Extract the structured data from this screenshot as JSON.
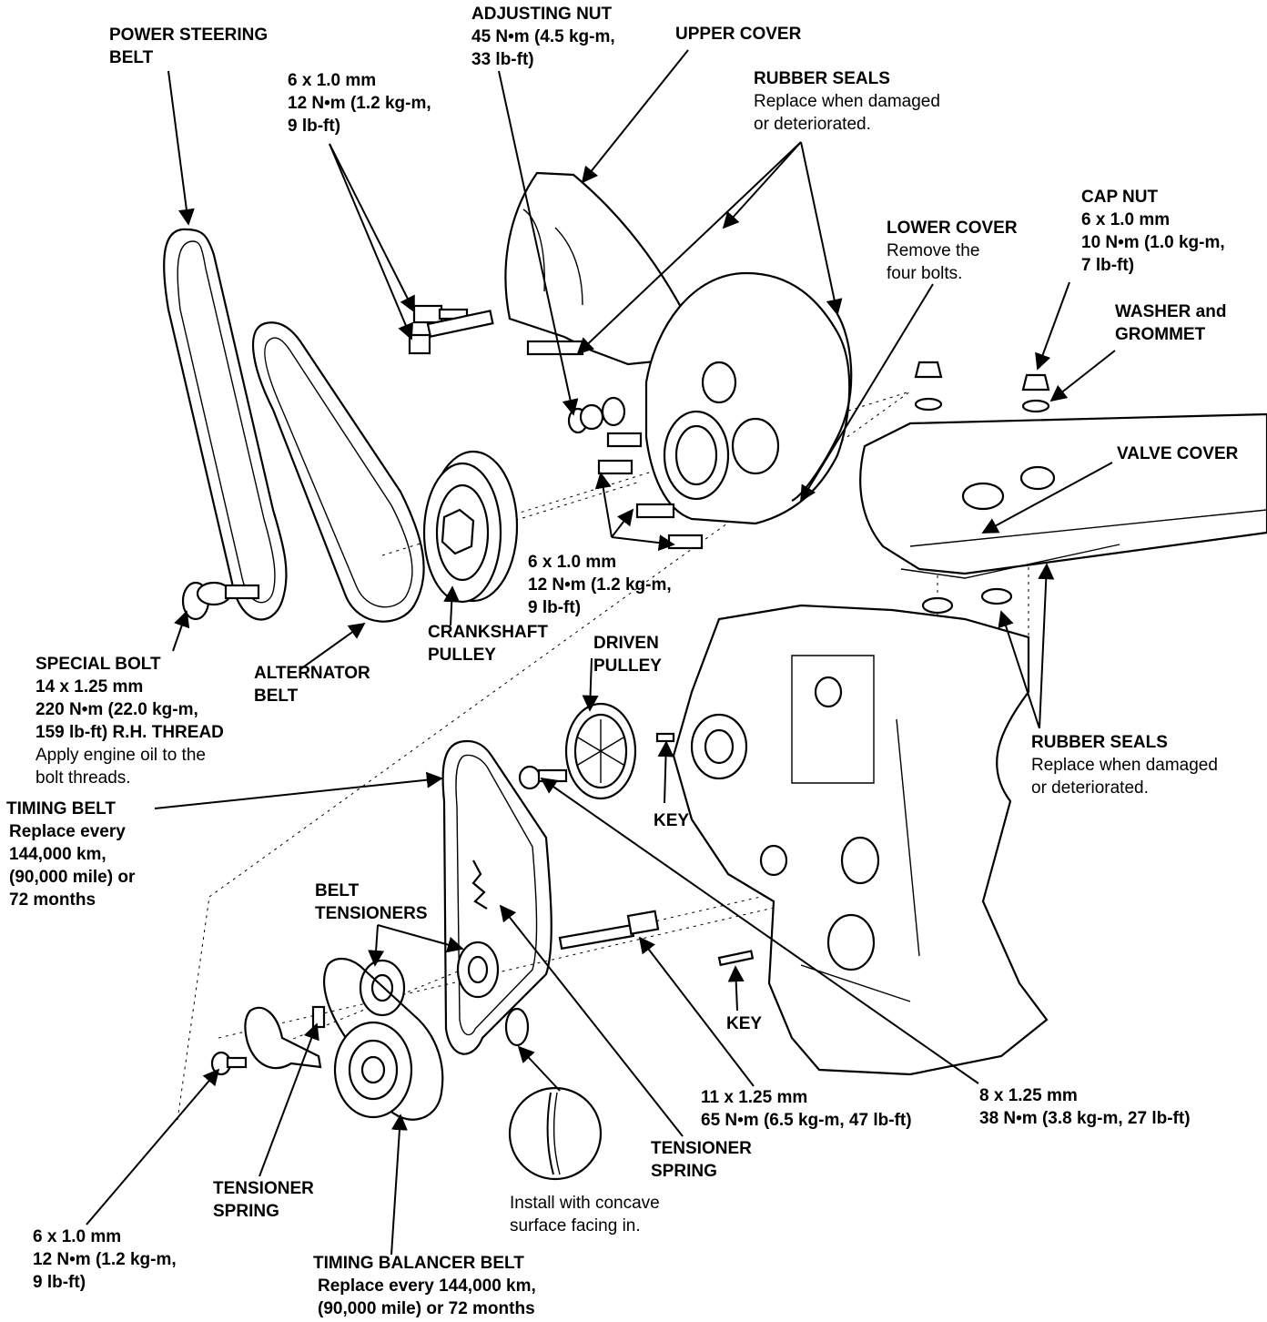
{
  "labels": {
    "power_steering_belt": [
      "POWER STEERING",
      "BELT"
    ],
    "adjusting_nut": [
      "ADJUSTING NUT"
    ],
    "adjusting_nut_spec": [
      "45 N•m (4.5 kg-m,",
      "33 lb-ft)"
    ],
    "upper_cover": [
      "UPPER COVER"
    ],
    "bolt_6x1_top": [
      "6 x 1.0 mm",
      "12 N•m (1.2 kg-m,",
      "9 lb-ft)"
    ],
    "rubber_seals_top": [
      "RUBBER SEALS"
    ],
    "rubber_seals_top_note": [
      "Replace when damaged",
      "or deteriorated."
    ],
    "cap_nut": [
      "CAP NUT",
      "6 x 1.0 mm",
      "10 N•m (1.0 kg-m,",
      "7 lb-ft)"
    ],
    "lower_cover": [
      "LOWER COVER"
    ],
    "lower_cover_note": [
      "Remove the",
      "four bolts."
    ],
    "washer_grommet": [
      "WASHER and",
      "GROMMET"
    ],
    "valve_cover": [
      "VALVE COVER"
    ],
    "bolt_6x1_mid": [
      "6 x 1.0 mm",
      "12 N•m (1.2 kg-m,",
      "9 lb-ft)"
    ],
    "crankshaft_pulley": [
      "CRANKSHAFT",
      "PULLEY"
    ],
    "driven_pulley": [
      "DRIVEN",
      "PULLEY"
    ],
    "special_bolt": [
      "SPECIAL BOLT",
      "14 x 1.25 mm",
      "220 N•m (22.0 kg-m,",
      "159 lb-ft) R.H. THREAD"
    ],
    "special_bolt_note": [
      "Apply engine oil to the",
      "bolt threads."
    ],
    "alternator_belt": [
      "ALTERNATOR",
      "BELT"
    ],
    "rubber_seals_bottom": [
      "RUBBER SEALS"
    ],
    "rubber_seals_bottom_note": [
      "Replace when damaged",
      "or deteriorated."
    ],
    "timing_belt": [
      "TIMING BELT"
    ],
    "timing_belt_note": [
      "Replace every",
      "144,000 km,",
      "(90,000 mile) or",
      "72 months"
    ],
    "key_upper": [
      "KEY"
    ],
    "belt_tensioners": [
      "BELT",
      "TENSIONERS"
    ],
    "key_lower": [
      "KEY"
    ],
    "bolt_11x125": [
      "11 x 1.25 mm",
      "65 N•m (6.5 kg-m, 47 lb-ft)"
    ],
    "bolt_8x125": [
      "8 x 1.25 mm",
      "38 N•m (3.8 kg-m, 27 lb-ft)"
    ],
    "tensioner_spring_right": [
      "TENSIONER",
      "SPRING"
    ],
    "tensioner_spring_left": [
      "TENSIONER",
      "SPRING"
    ],
    "install_note": [
      "Install with concave",
      "surface facing in."
    ],
    "bolt_6x1_bottom": [
      "6 x 1.0 mm",
      "12 N•m (1.2 kg-m,",
      "9 lb-ft)"
    ],
    "timing_balancer_belt": [
      "TIMING BALANCER BELT"
    ],
    "timing_balancer_note": [
      "Replace every 144,000 km,",
      "(90,000 mile) or 72 months"
    ]
  }
}
